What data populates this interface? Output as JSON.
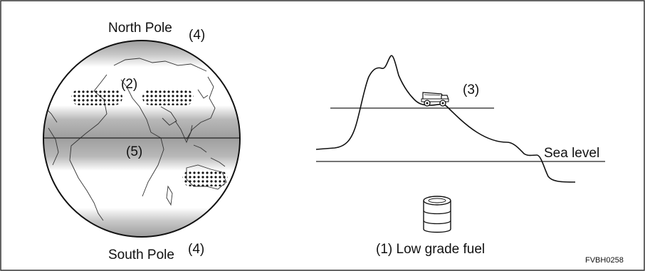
{
  "labels": {
    "north_pole": "North Pole",
    "north_marker": "(4)",
    "south_pole": "South Pole",
    "south_marker": "(4)",
    "region_marker_2": "(2)",
    "equator_marker_5": "(5)",
    "truck_marker_3": "(3)",
    "sea_level": "Sea level",
    "fuel_caption": "(1) Low grade fuel",
    "figure_code": "FVBH0258"
  },
  "icons": {
    "truck": "dump-truck-icon",
    "barrel": "oil-barrel-icon"
  },
  "colors": {
    "line": "#1a1a1a",
    "band_dark": "#a8a8a8",
    "background": "#ffffff"
  }
}
